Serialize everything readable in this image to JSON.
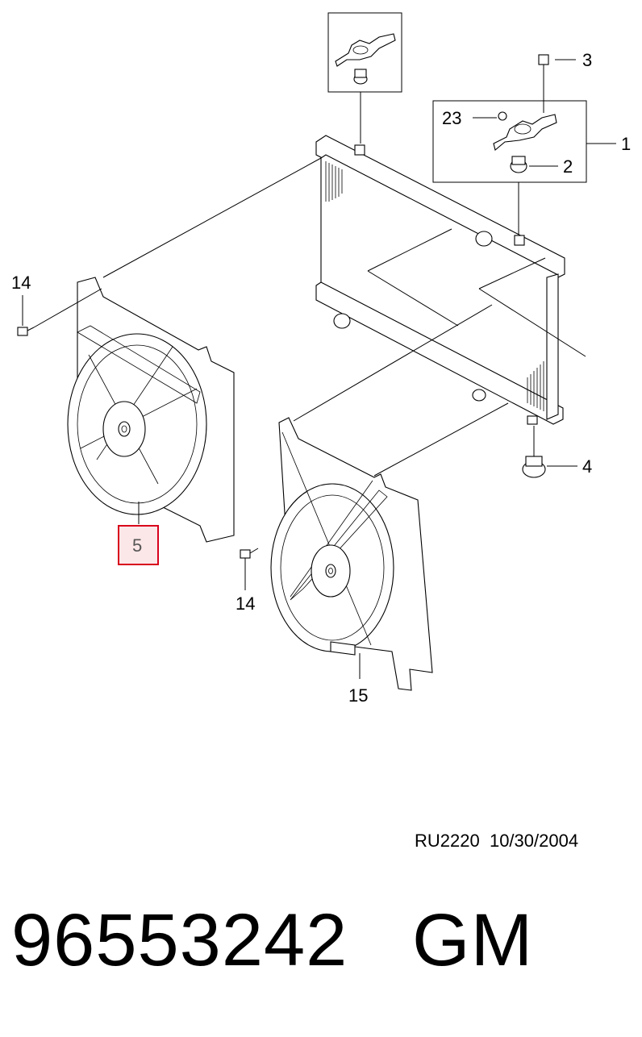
{
  "callouts": {
    "c1": "1",
    "c2": "2",
    "c3": "3",
    "c4": "4",
    "c5": "5",
    "c14a": "14",
    "c14b": "14",
    "c15": "15",
    "c23": "23"
  },
  "highlight_color": "#d9001b",
  "stamp": {
    "code": "RU2220",
    "date": "10/30/2004"
  },
  "footer": {
    "part_number": "96553242",
    "brand": "GM"
  }
}
